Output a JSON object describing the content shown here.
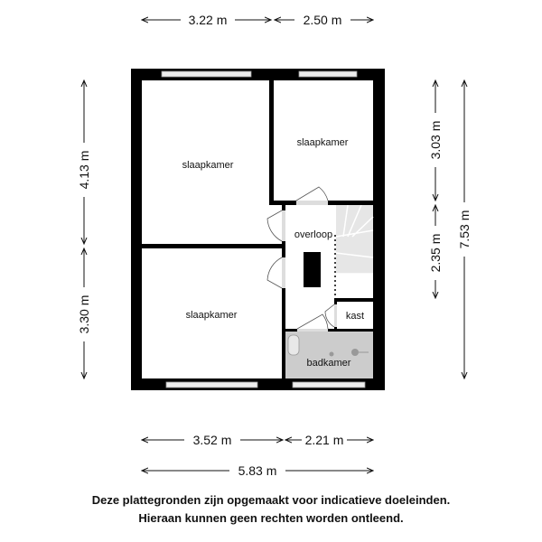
{
  "rooms": {
    "bedroom_1": "slaapkamer",
    "bedroom_2": "slaapkamer",
    "bedroom_3": "slaapkamer",
    "landing": "overloop",
    "closet": "kast",
    "bathroom": "badkamer"
  },
  "dimensions": {
    "top_left": "3.22 m",
    "top_right": "2.50 m",
    "bottom_left": "3.52 m",
    "bottom_right": "2.21 m",
    "bottom_total": "5.83 m",
    "left_upper": "4.13 m",
    "left_lower": "3.30 m",
    "right_upper": "3.03 m",
    "right_lower": "2.35 m",
    "right_total": "7.53 m"
  },
  "footer": {
    "line1": "Deze plattegronden zijn opgemaakt voor indicatieve doeleinden.",
    "line2": "Hieraan kunnen geen rechten worden ontleend."
  },
  "colors": {
    "wall": "#000000",
    "bathroom": "#cccccc",
    "stairs": "#e6e6e6"
  }
}
